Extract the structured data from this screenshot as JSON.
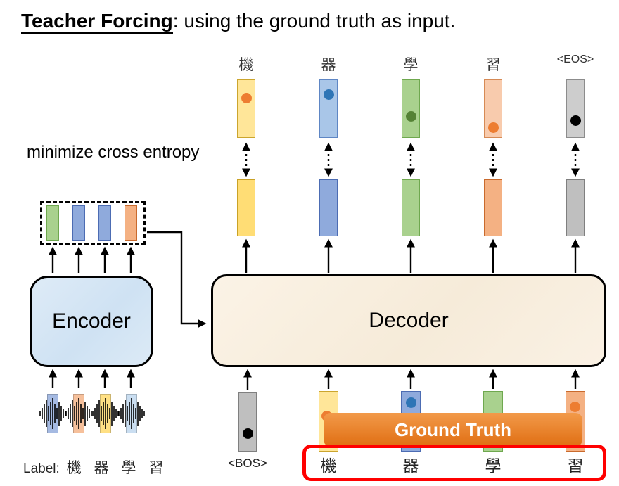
{
  "title": {
    "emphasis": "Teacher Forcing",
    "rest": ": using the ground truth as input."
  },
  "annotations": {
    "minimize_cross_entropy": "minimize cross entropy"
  },
  "encoder": {
    "label": "Encoder"
  },
  "decoder": {
    "label": "Decoder"
  },
  "outputs": [
    {
      "char": "機"
    },
    {
      "char": "器"
    },
    {
      "char": "學"
    },
    {
      "char": "習"
    },
    {
      "char": "<EOS>"
    }
  ],
  "inputs": {
    "bos": "<BOS>",
    "ground_truth": "Ground Truth",
    "chars": [
      "機",
      "器",
      "學",
      "習"
    ]
  },
  "footer": {
    "label_prefix": "Label:",
    "label_chars": "機 器 學 習"
  },
  "palette": {
    "yellow": "#FFE699",
    "blue": "#8FAADC",
    "light_blue": "#BDD7EE",
    "green": "#A9D18E",
    "orange": "#F4B183",
    "gray": "#BFBFBF",
    "dot_orange": "#ED7D31",
    "dot_blue": "#2E75B6",
    "dot_green": "#548235",
    "dot_black": "#000000",
    "encoder_fill": "#DEEBF7",
    "decoder_fill": "#FAF1E4",
    "ground_truth_fill": "#ED7D31",
    "highlight_red": "#FF0000"
  }
}
